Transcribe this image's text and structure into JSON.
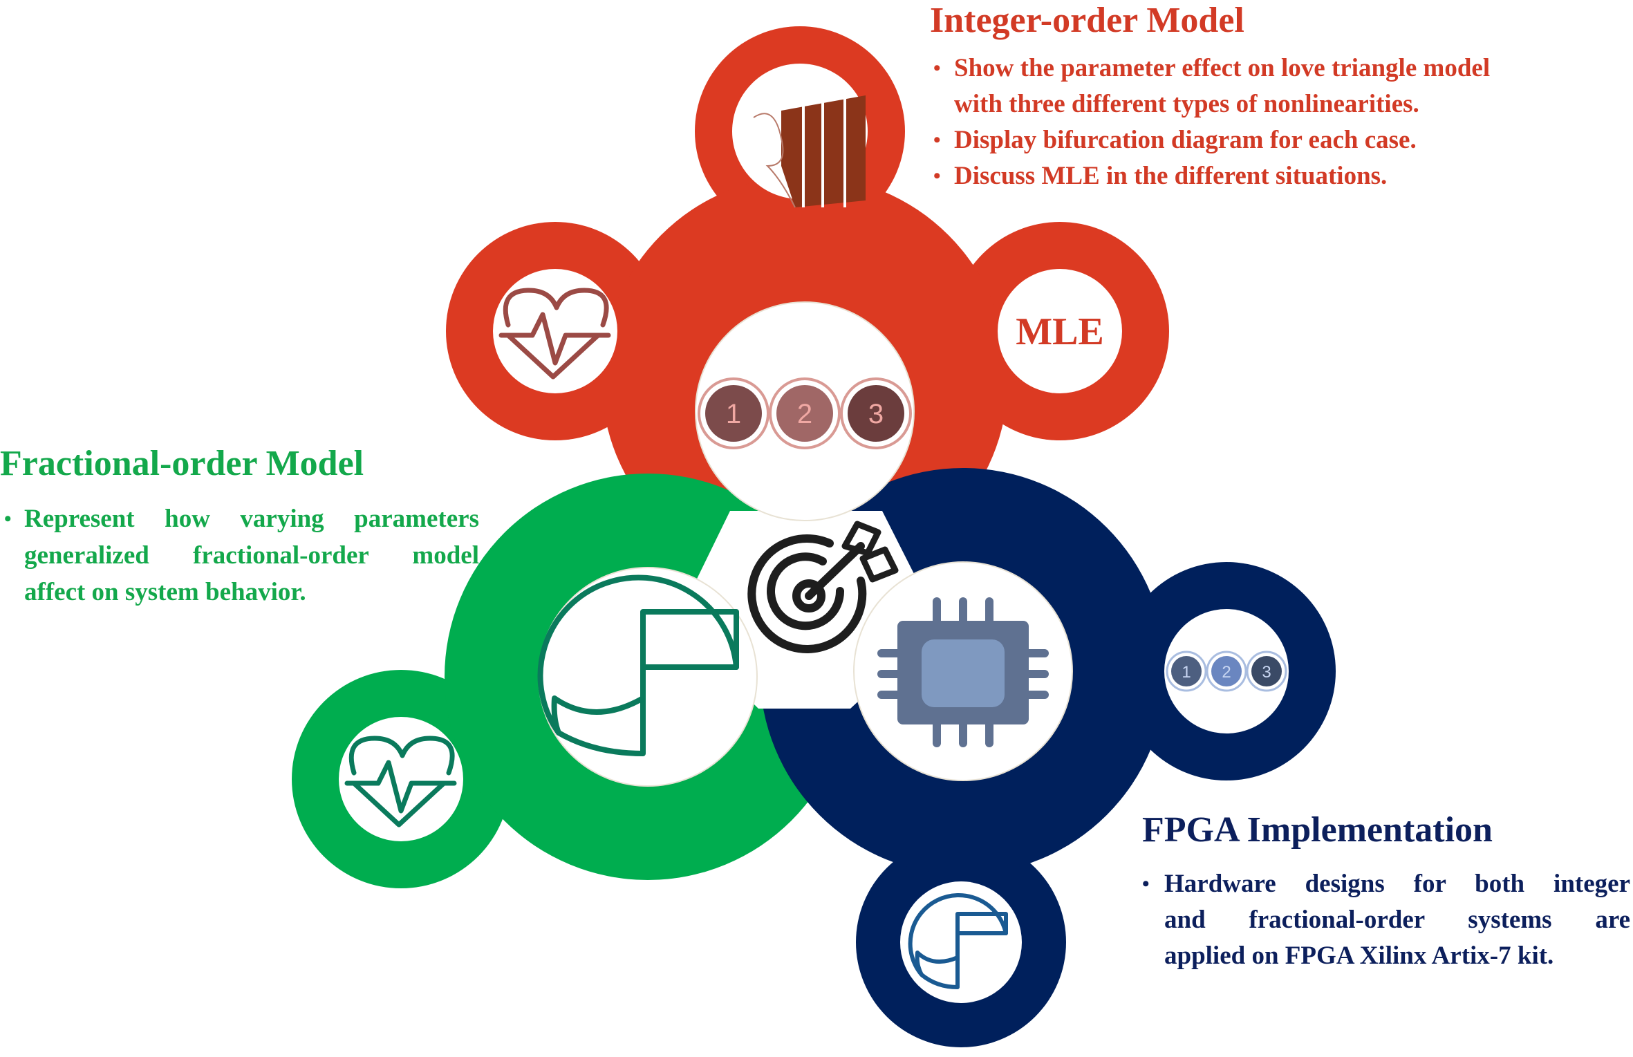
{
  "colors": {
    "integer": "#DC3A22",
    "fractional": "#00AD4F",
    "fpga": "#00205C"
  },
  "integer": {
    "title": "Integer-order Model",
    "bullets": [
      [
        "Show the parameter effect on love triangle model",
        "with three different types of nonlinearities."
      ],
      [
        "Display bifurcation diagram for each case."
      ],
      [
        "Discuss MLE in the different situations."
      ]
    ],
    "mle_label": "MLE"
  },
  "fractional": {
    "title": "Fractional-order Model",
    "bullets": [
      [
        "Represent how varying parameters",
        "generalized fractional-order model",
        "affect on system behavior."
      ]
    ]
  },
  "fpga": {
    "title": "FPGA Implementation",
    "bullets": [
      [
        "Hardware designs for both integer",
        "and fractional-order systems are",
        "applied on FPGA Xilinx Artix-7 kit."
      ]
    ]
  },
  "steps": [
    "1",
    "2",
    "3"
  ],
  "bullet_char": "•"
}
